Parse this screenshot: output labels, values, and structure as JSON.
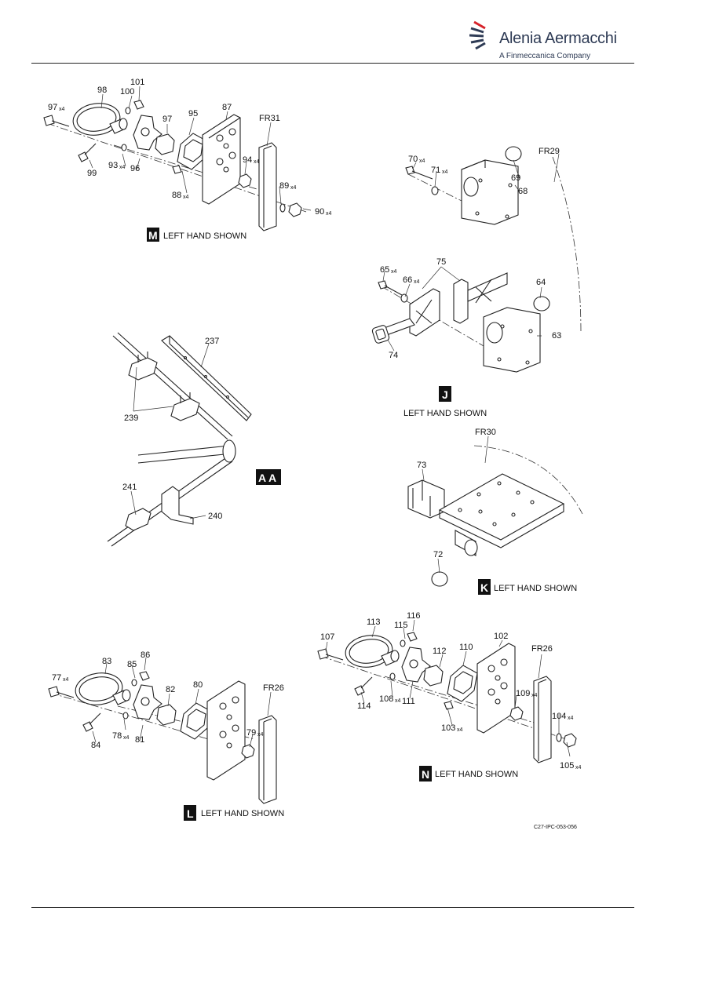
{
  "header": {
    "brand_name": "Alenia Aermacchi",
    "brand_sub": "A Finmeccanica Company"
  },
  "views": {
    "M": {
      "badge": "M",
      "caption": "LEFT HAND SHOWN",
      "labels": [
        "97",
        "98",
        "100",
        "101",
        "97",
        "95",
        "87",
        "FR31",
        "99",
        "93",
        "96",
        "94",
        "88",
        "89",
        "90"
      ],
      "qty": "x4"
    },
    "J": {
      "badge": "J",
      "caption": "LEFT HAND SHOWN",
      "labels": [
        "70",
        "71",
        "69",
        "68",
        "FR29",
        "65",
        "66",
        "75",
        "64",
        "63",
        "74"
      ],
      "qty": "x4"
    },
    "AA": {
      "badge": "A A",
      "labels": [
        "237",
        "239",
        "241",
        "240"
      ]
    },
    "K": {
      "badge": "K",
      "caption": "LEFT HAND SHOWN",
      "labels": [
        "FR30",
        "73",
        "72"
      ]
    },
    "L": {
      "badge": "L",
      "caption": "LEFT HAND SHOWN",
      "labels": [
        "77",
        "83",
        "85",
        "86",
        "82",
        "80",
        "FR26",
        "84",
        "78",
        "81",
        "79"
      ],
      "qty": "x4"
    },
    "N": {
      "badge": "N",
      "caption": "LEFT HAND SHOWN",
      "labels": [
        "107",
        "113",
        "115",
        "116",
        "112",
        "110",
        "102",
        "FR26",
        "114",
        "108",
        "111",
        "109",
        "103",
        "104",
        "105"
      ],
      "qty": "x4"
    }
  },
  "figure_ref": "C27-IPC-053-056",
  "colors": {
    "ink": "#222222",
    "brand": "#2e3b55",
    "brand_accent": "#d6232a"
  }
}
